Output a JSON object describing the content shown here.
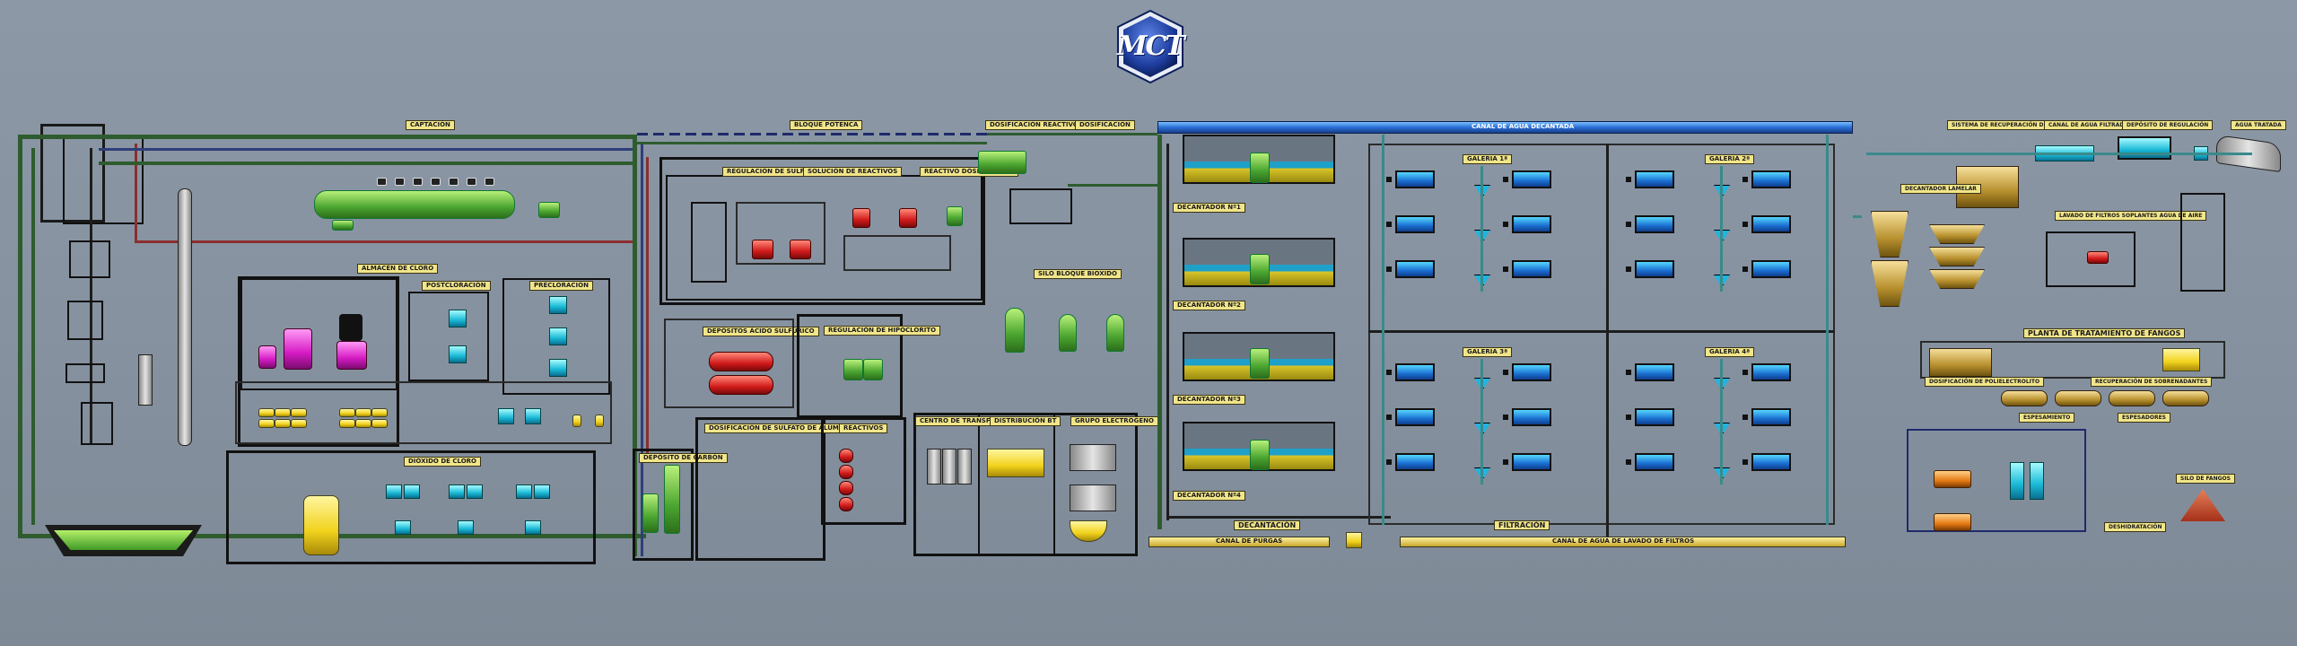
{
  "logo": {
    "text": "MCT"
  },
  "labels": {
    "captacion": "CAPTACIÓN",
    "bloque_potenca": "BLOQUE POTENCA",
    "dosificacion_reactivos": "DOSIFICACIÓN REACTIVOS",
    "dosificacion": "DOSIFICACIÓN",
    "almacen_cloro": "ALMACÉN DE CLORO",
    "postcloracion": "POSTCLORACIÓN",
    "precloracion": "PRECLORACIÓN",
    "dioxido_cloro": "DIÓXIDO DE CLORO",
    "depositos_acido": "DEPÓSITOS ÁCIDO SULFÚRICO",
    "reguladores_hipoclorito": "REGULACIÓN DE HIPOCLORITO",
    "reactivos": "REACTIVOS",
    "bloque_silo": "SILO BLOQUE BIOXIDO",
    "dosificacion_sulfato": "DOSIFICACIÓN DE SULFATO DE ALÚMINA",
    "deposito_carbon": "DEPÓSITO DE CARBÓN",
    "centro_transformacion": "CENTRO DE TRANSFORMACIÓN",
    "distribucion_bt": "DISTRIBUCIÓN BT",
    "grupo_electrogeno": "GRUPO ELECTRÓGENO",
    "canal_agua_decantada": "CANAL DE AGUA DECANTADA",
    "decantador_1": "DECANTADOR Nº1",
    "decantador_2": "DECANTADOR Nº2",
    "decantador_3": "DECANTADOR Nº3",
    "decantador_4": "DECANTADOR Nº4",
    "decantacion": "DECANTACIÓN",
    "canal_purgas": "CANAL DE PURGAS",
    "galeria_1": "GALERIA 1ª",
    "galeria_2": "GALERIA 2ª",
    "galeria_3": "GALERIA 3ª",
    "galeria_4": "GALERIA 4ª",
    "filtracion": "FILTRACIÓN",
    "canal_lavado": "CANAL DE AGUA DE LAVADO DE FILTROS",
    "sistema_recuperacion": "SISTEMA DE RECUPERACIÓN DE AGUA DE LAVADO DE FILTROS",
    "canal_agua_filtrada": "CANAL DE AGUA FILTRADA",
    "deposito_regulacion": "DEPÓSITO DE REGULACIÓN",
    "agua_tratada": "AGUA TRATADA",
    "lavado_filtros": "LAVADO DE FILTROS SOPLANTES AGUA DE AIRE",
    "planta_fangos": "PLANTA DE TRATAMIENTO DE FANGOS",
    "espesadores": "ESPESADORES",
    "deshidratacion": "DESHIDRATACIÓN",
    "silo_fangos": "SILO DE FANGOS",
    "espesamiento": "ESPESAMIENTO",
    "recuperacion_sobrenadantes": "RECUPERACIÓN DE SOBRENADANTES",
    "dosificacion_polielectrolito": "DOSIFICACIÓN DE POLIELECTROLITO",
    "decantador_lamelar": "DECANTADOR LAMELAR"
  },
  "colors": {
    "background": "#8692a0",
    "label_bg": "#f1e58a",
    "pipe_green": "#2f5c2f",
    "pipe_red": "#8a2f2f",
    "pipe_blue": "#2e3f7a",
    "water_blue": "#1ea0c9",
    "sludge_yellow": "#d9c52a",
    "logo_blue": "#1f3fa0"
  }
}
